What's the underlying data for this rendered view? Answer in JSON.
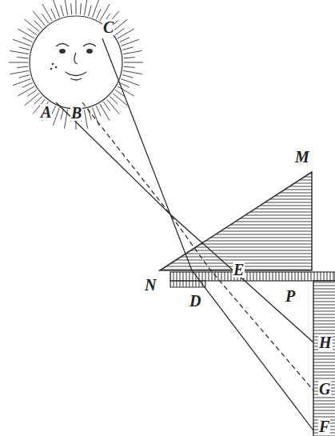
{
  "diagram": {
    "labels": [
      "A",
      "B",
      "C",
      "M",
      "N",
      "E",
      "D",
      "P",
      "H",
      "G",
      "F"
    ]
  }
}
